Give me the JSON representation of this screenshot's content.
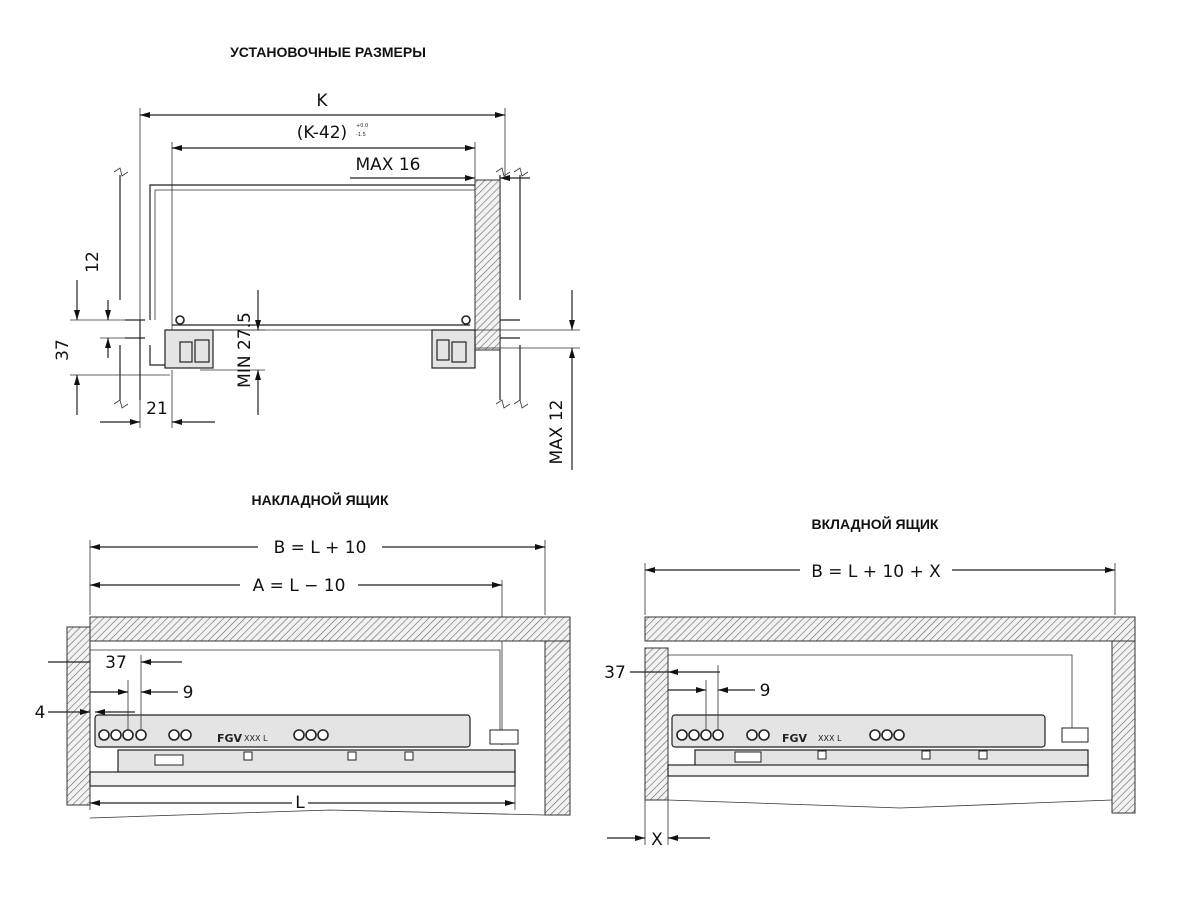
{
  "install": {
    "title": "УСТАНОВОЧНЫЕ РАЗМЕРЫ",
    "dim_k": "K",
    "dim_k42": "(K-42)",
    "tol_upper": "+0.0",
    "tol_lower": "-1.5",
    "dim_max16": "MAX 16",
    "dim_12": "12",
    "dim_37": "37",
    "dim_min275": "MIN 27.5",
    "dim_21": "21",
    "dim_max12": "MAX 12"
  },
  "overlay": {
    "title": "НАКЛАДНОЙ ЯЩИК",
    "dim_b": "B = L + 10",
    "dim_a": "A = L − 10",
    "dim_37": "37",
    "dim_9": "9",
    "dim_4": "4",
    "dim_l": "L",
    "logo": "FGV",
    "marking": "XXX L"
  },
  "inset": {
    "title": "ВКЛАДНОЙ ЯЩИК",
    "dim_b": "B = L + 10 + X",
    "dim_37": "37",
    "dim_9": "9",
    "dim_x": "X",
    "logo": "FGV",
    "marking": "XXX L"
  }
}
